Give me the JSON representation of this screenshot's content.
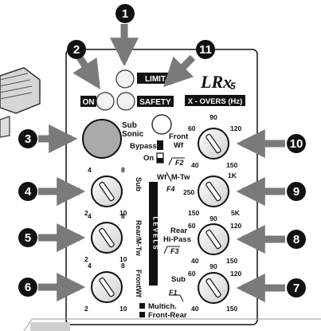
{
  "brand": {
    "logo": "LRx",
    "model_number": "5"
  },
  "indicators": {
    "limit_label": "LIMIT",
    "on_label": "ON",
    "safety_label": "SAFETY"
  },
  "xover_header": "X - OVERS (Hz)",
  "subsonic": {
    "label_line1": "Sub",
    "label_line2": "Sonic",
    "bypass_label": "Bypass",
    "on_label": "On"
  },
  "switches": {
    "front_wf_line1": "Front",
    "front_wf_line2": "Wf",
    "f2_label": "F2",
    "wf_mtw": "Wf╲M-Tw",
    "f4_label": "F4",
    "rear_hipass_line1": "Rear",
    "rear_hipass_line2": "Hi-Pass",
    "f3_label": "F3",
    "sub_label": "Sub",
    "f1_label": "F1"
  },
  "levels_label": "LEVELS",
  "level_knobs": [
    {
      "name": "Sub",
      "scale": [
        "4",
        "8",
        "2",
        "10"
      ]
    },
    {
      "name": "Rear/M-Tw",
      "scale": [
        "4",
        "8",
        "2",
        "10"
      ]
    },
    {
      "name": "FrontWf",
      "scale": [
        "4",
        "8",
        "2",
        "10"
      ]
    }
  ],
  "xover_knobs": [
    {
      "scale": [
        "90",
        "60",
        "120",
        "40",
        "150"
      ]
    },
    {
      "scale": [
        "1K",
        "250",
        "5K",
        "150"
      ]
    },
    {
      "scale": [
        "90",
        "60",
        "120",
        "40",
        "150"
      ]
    },
    {
      "scale": [
        "90",
        "60",
        "120",
        "40",
        "150"
      ]
    }
  ],
  "mode_legend": [
    "Multich.",
    "Front-Rear"
  ],
  "callouts": [
    "1",
    "2",
    "3",
    "4",
    "5",
    "6",
    "7",
    "8",
    "9",
    "10",
    "11"
  ]
}
